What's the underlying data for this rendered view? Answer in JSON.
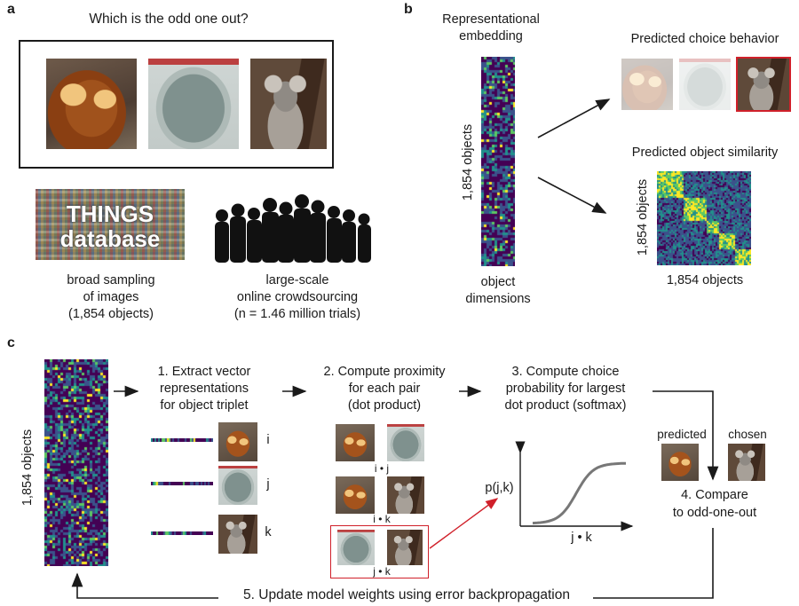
{
  "panel_a": {
    "letter": "a",
    "question": "Which is the odd one out?",
    "things_line1": "THINGS",
    "things_line2": "database",
    "left_caption": [
      "broad sampling",
      "of images",
      "(1,854 objects)"
    ],
    "right_caption": [
      "large-scale",
      "online crowdsourcing",
      "(n = 1.46 million trials)"
    ]
  },
  "panel_b": {
    "letter": "b",
    "embedding_title": [
      "Representational",
      "embedding"
    ],
    "objects_label": "1,854 objects",
    "dimensions_label": [
      "object",
      "dimensions"
    ],
    "choice_title": "Predicted choice behavior",
    "similarity_title": "Predicted object similarity",
    "sim_ylabel": "1,854 objects",
    "sim_xlabel": "1,854 objects"
  },
  "panel_c": {
    "letter": "c",
    "objects_label": "1,854 objects",
    "step1": [
      "1. Extract vector",
      "representations",
      "for object triplet"
    ],
    "step2": [
      "2. Compute proximity",
      "for each pair",
      "(dot product)"
    ],
    "step3": [
      "3. Compute choice",
      "probability for largest",
      "dot product (softmax)"
    ],
    "step4": [
      "4. Compare",
      "to odd-one-out"
    ],
    "step5": "5. Update model weights using error backpropagation",
    "triplet_labels": [
      "i",
      "j",
      "k"
    ],
    "pair_labels": [
      "i • j",
      "i • k",
      "j • k"
    ],
    "plot_ylabel": "p(j,k)",
    "plot_xlabel": "j • k",
    "predicted_label": "predicted",
    "chosen_label": "chosen"
  },
  "colors": {
    "highlight": "#d0202a",
    "arrow": "#1a1a1a",
    "curve": "#777777",
    "viridis": [
      "#440154",
      "#3b528b",
      "#21908c",
      "#5dc863",
      "#fde725"
    ]
  }
}
